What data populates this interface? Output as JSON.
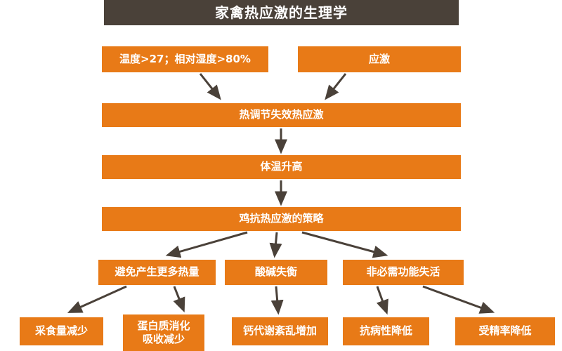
{
  "title": "家禽热应激的生理学",
  "colors": {
    "box_orange": "#E87A17",
    "header_dark": "#4A4139",
    "arrow_dark": "#4A4139",
    "text_white": "#FFFFFF"
  },
  "flowchart": {
    "causes": {
      "environment": "温度>27；相对湿度>80%",
      "stress": "应激"
    },
    "stage1": "热调节失效热应激",
    "stage2": "体温升高",
    "stage3": "鸡抗热应激的策略",
    "strategies": {
      "avoid_heat": "避免产生更多热量",
      "acid_base": "酸碱失衡",
      "nonessential": "非必需功能失活"
    },
    "outcomes": {
      "feed_intake": "采食量减少",
      "protein_line1": "蛋白质消化",
      "protein_line2": "吸收减少",
      "calcium": "钙代谢紊乱增加",
      "disease_resistance": "抗病性降低",
      "fertility": "受精率降低"
    }
  }
}
